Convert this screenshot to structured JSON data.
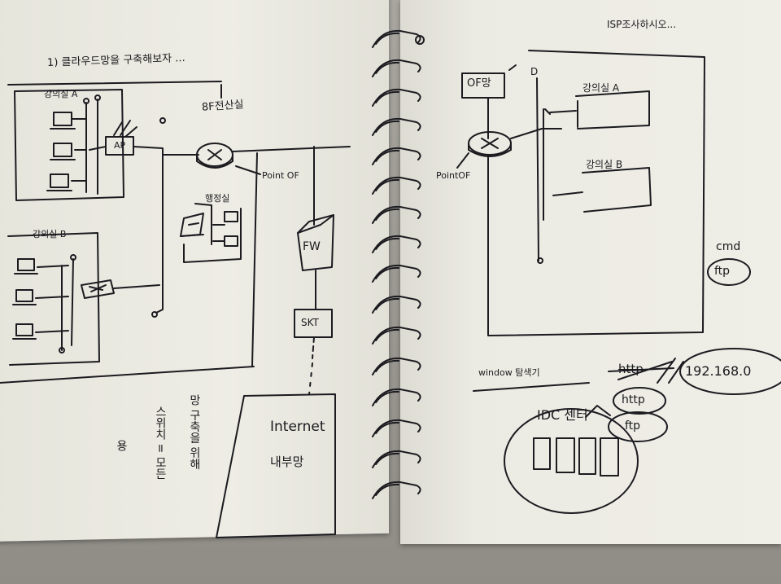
{
  "left_page": {
    "heading": "1) 클라우드망을 구축해보자 ...",
    "room_a": "강의실 A",
    "room_b": "강의실 B",
    "ap": "AP",
    "floor_room": "8F전산실",
    "point_of": "Point OF",
    "admin_room": "행정실",
    "firewall": "FW",
    "isp": "SKT",
    "internet": "Internet",
    "internet_sub": "내부망",
    "side_note_1": "망 구축을 위해",
    "side_note_2": "스위치 = 모든",
    "side_note_3": "용"
  },
  "right_page": {
    "heading": "ISP조사하시오...",
    "of_net": "OF망",
    "router_mark": "D",
    "point_of": "PointOF",
    "room_a": "강의실 A",
    "room_b": "강의실 B",
    "cmd": "cmd",
    "ftp_circled": "ftp",
    "windows_note": "window 탐색기",
    "struck": "http",
    "ip": "192.168.0",
    "http_circled": "http",
    "ftp_circled_2": "ftp",
    "idc": "IDC 센터"
  }
}
